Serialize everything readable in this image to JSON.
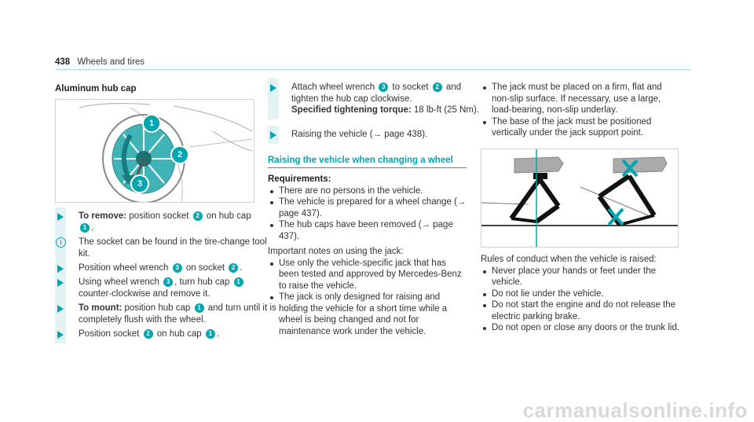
{
  "header": {
    "page_number": "438",
    "section": "Wheels and tires"
  },
  "col1": {
    "heading": "Aluminum hub cap",
    "callouts": [
      "1",
      "2",
      "3"
    ],
    "step1": {
      "bold": "To remove:",
      "text_a": " position socket ",
      "n1": "2",
      "text_b": " on hub cap ",
      "n2": "1",
      "text_c": "."
    },
    "note": "The socket can be found in the tire-change tool kit.",
    "step2": {
      "text_a": "Position wheel wrench ",
      "n1": "3",
      "text_b": " on socket ",
      "n2": "2",
      "text_c": "."
    },
    "step3": {
      "text_a": "Using wheel wrench ",
      "n1": "3",
      "text_b": ", turn hub cap ",
      "n2": "1",
      "text_c": " counter-clockwise and remove it."
    },
    "step4": {
      "bold": "To mount:",
      "text_a": " position hub cap ",
      "n1": "1",
      "text_b": " and turn until it is completely flush with the wheel."
    },
    "step5": {
      "text_a": "Position socket ",
      "n1": "2",
      "text_b": " on hub cap ",
      "n2": "1",
      "text_c": "."
    }
  },
  "col2": {
    "step1": {
      "text_a": "Attach wheel wrench ",
      "n1": "3",
      "text_b": " to socket ",
      "n2": "2",
      "text_c": " and tighten the hub cap clockwise.",
      "bold": "Specified tightening torque:",
      "torque": " 18 lb-ft (25 Nm)."
    },
    "step2": {
      "text": "Raising the vehicle (→ page 438)."
    },
    "section_title": "Raising the vehicle when changing a wheel",
    "requirements_label": "Requirements:",
    "requirements": [
      "There are no persons in the vehicle.",
      "The vehicle is prepared for a wheel change (→ page 437).",
      "The hub caps have been removed (→ page 437)."
    ],
    "notes_intro": "Important notes on using the jack:",
    "notes": [
      "Use only the vehicle-specific jack that has been tested and approved by Mercedes-Benz to raise the vehicle.",
      "The jack is only designed for raising and holding the vehicle for a short time while a wheel is being changed and not for maintenance work under the vehicle."
    ]
  },
  "col3": {
    "bullets_top": [
      "The jack must be placed on a firm, flat and non-slip surface. If necessary, use a large, load-bearing, non-slip underlay.",
      "The base of the jack must be positioned vertically under the jack support point."
    ],
    "rules_intro": "Rules of conduct when the vehicle is raised:",
    "rules": [
      "Never place your hands or feet under the vehicle.",
      "Do not lie under the vehicle.",
      "Do not start the engine and do not release the electric parking brake.",
      "Do not open or close any doors or the trunk lid."
    ]
  },
  "watermark": "carmanualsonline.info",
  "colors": {
    "accent": "#00a5b0",
    "bar": "#e3f3f4",
    "text": "#333333"
  }
}
